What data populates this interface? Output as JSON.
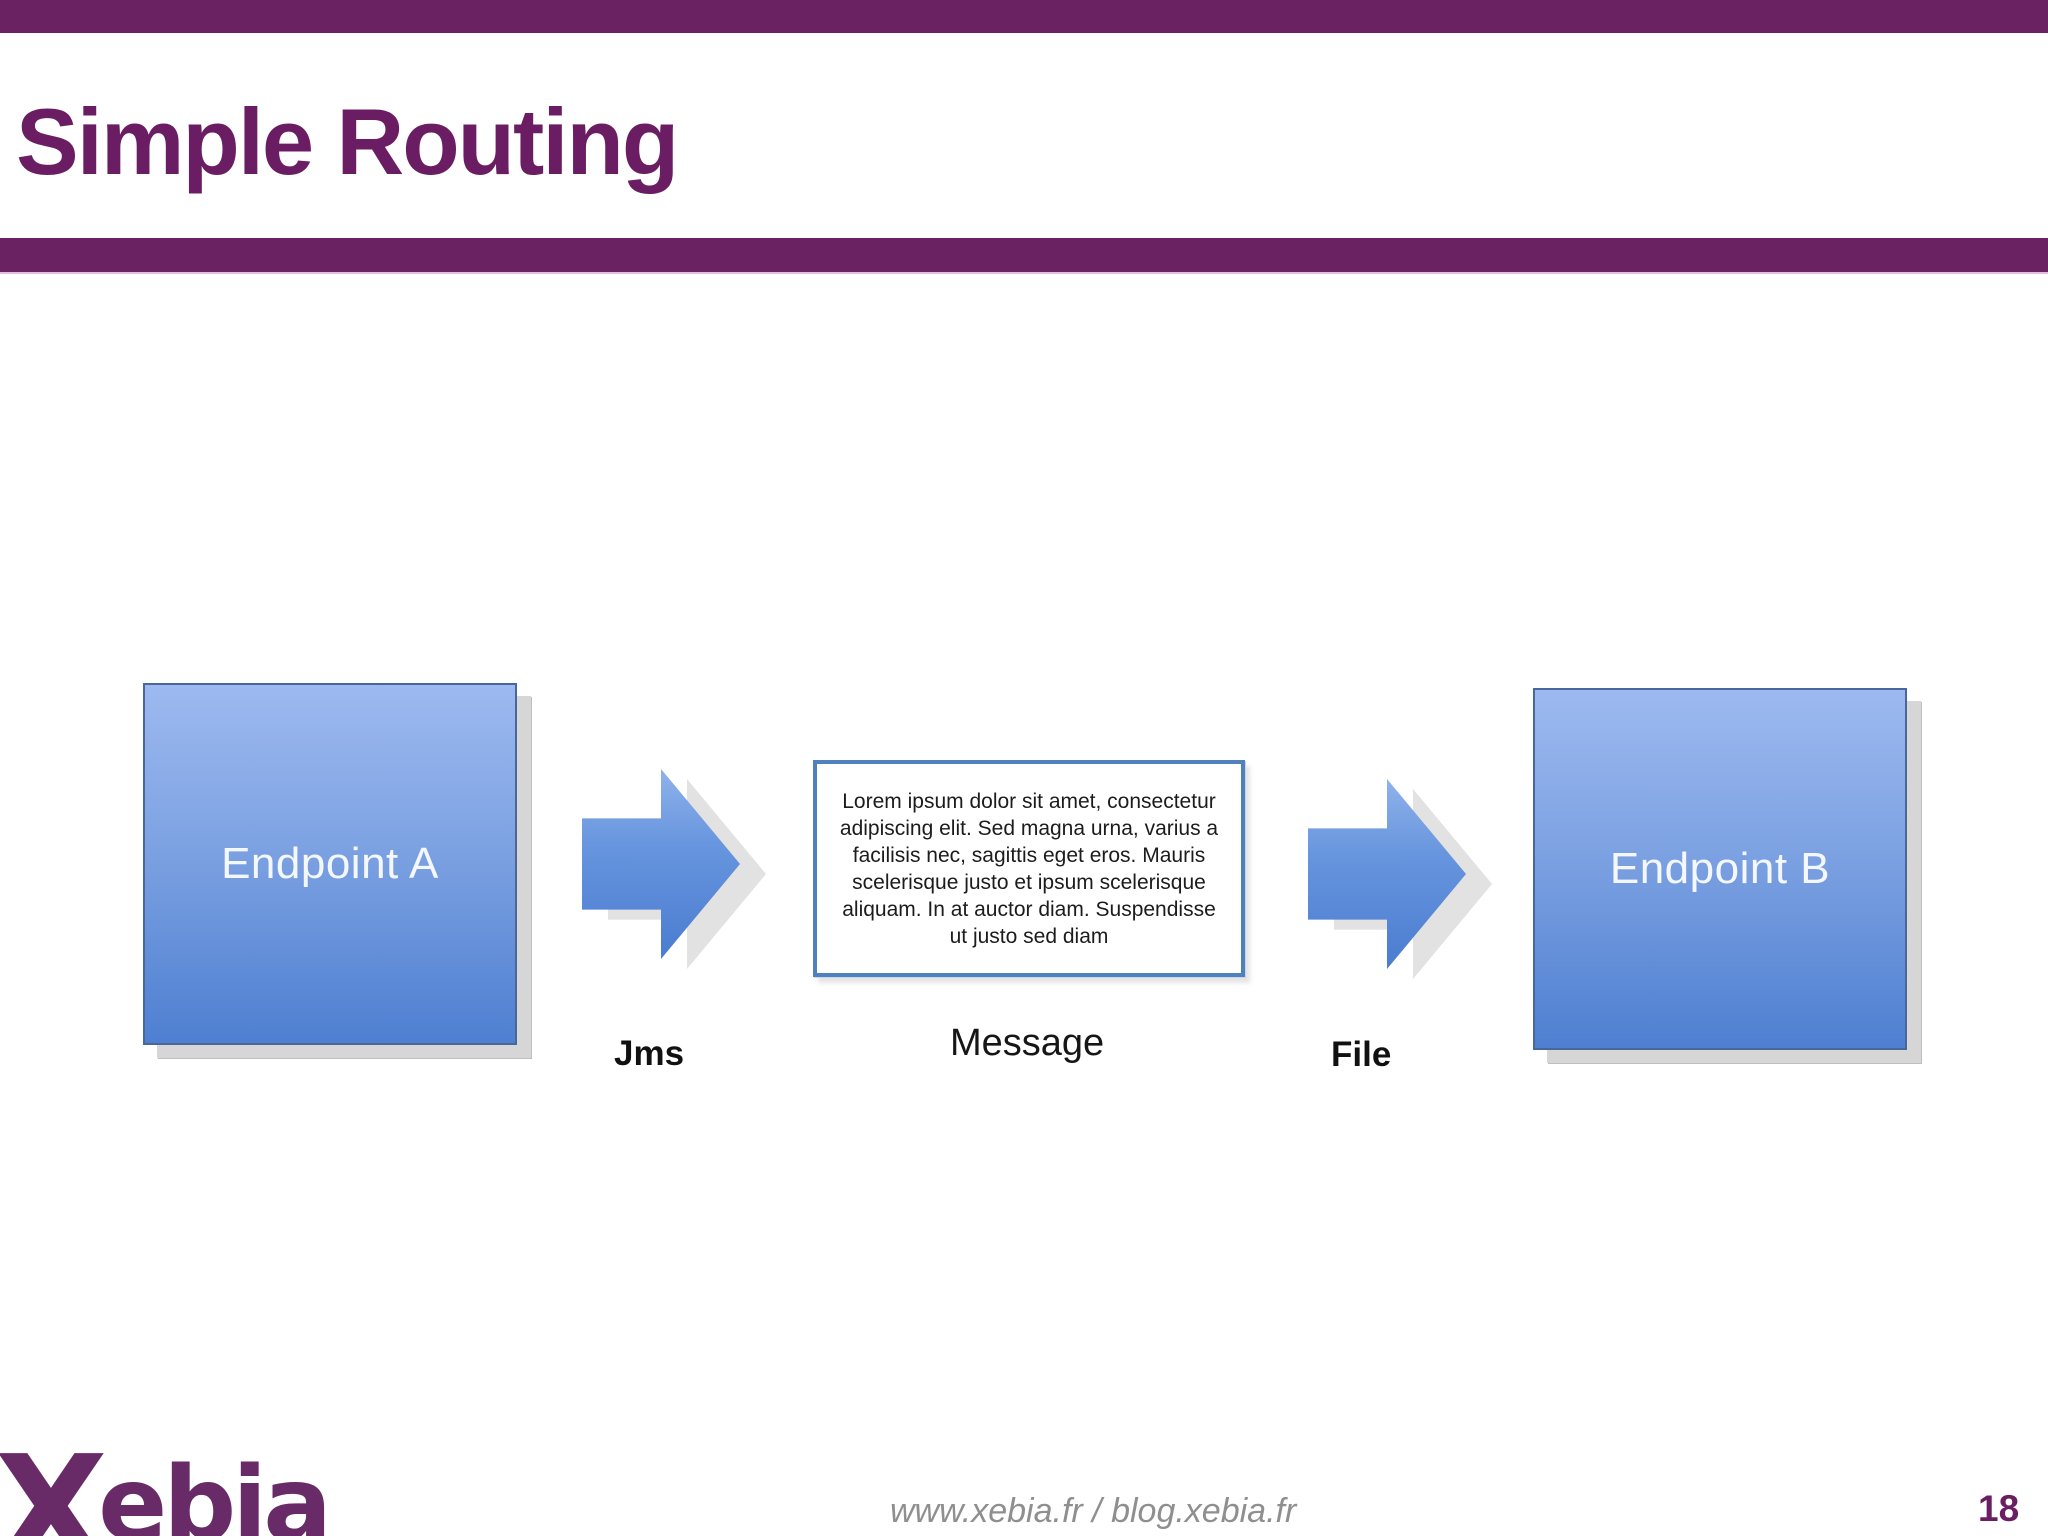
{
  "slide": {
    "title": "Simple Routing",
    "page_number": "18",
    "footer_url": "www.xebia.fr / blog.xebia.fr",
    "logo": {
      "x": "X",
      "rest": "ebia"
    }
  },
  "diagram": {
    "endpoint_a_label": "Endpoint A",
    "endpoint_b_label": "Endpoint B",
    "arrow_1_label": "Jms",
    "arrow_2_label": "File",
    "message_label": "Message",
    "message_text": "Lorem ipsum dolor sit amet, consectetur adipiscing elit. Sed magna urna, varius a facilisis nec, sagittis eget eros. Mauris scelerisque justo et ipsum scelerisque aliquam. In at auctor diam. Suspendisse ut justo sed diam"
  },
  "colors": {
    "accent_purple": "#6a2263",
    "title_purple": "#6b1d63",
    "box_gradient_top": "#9db9f0",
    "box_gradient_bottom": "#4e7fd1",
    "box_border": "#48689c",
    "arrow_gradient_top": "#8fb2ea",
    "arrow_gradient_bottom": "#4a7cd0",
    "message_border": "#4f81bd",
    "footer_gray": "#8f8f8f"
  }
}
